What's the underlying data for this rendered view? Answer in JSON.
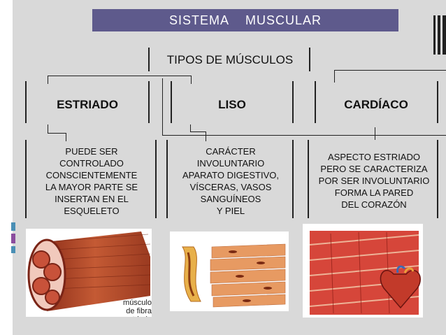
{
  "title": "SISTEMA    MUSCULAR",
  "header": "TIPOS DE MÚSCULOS",
  "categories": [
    {
      "key": "estriado",
      "label": "ESTRIADO",
      "description": "PUEDE SER\nCONTROLADO\nCONSCIENTEMENTE\nLA MAYOR PARTE SE\nINSERTAN EN EL\nESQUELETO"
    },
    {
      "key": "liso",
      "label": "LISO",
      "description": "CARÁCTER\nINVOLUNTARIO\nAPARATO DIGESTIVO,\nVÍSCERAS, VASOS\nSANGUÍNEOS\nY PIEL"
    },
    {
      "key": "cardiaco",
      "label": "CARDÍACO",
      "description": "ASPECTO ESTRIADO\nPERO SE CARACTERIZA\nPOR SER INVOLUNTARIO\nFORMA LA PARED\nDEL CORAZÓN"
    }
  ],
  "image_captions": {
    "estriado": "músculo\nde fibra estriada"
  },
  "colors": {
    "title_bg": "#5e5a8c",
    "background": "#d9d9d9",
    "muscle": "#b5472a",
    "muscle_dark": "#7a2416",
    "cardiac": "#d6463a"
  }
}
